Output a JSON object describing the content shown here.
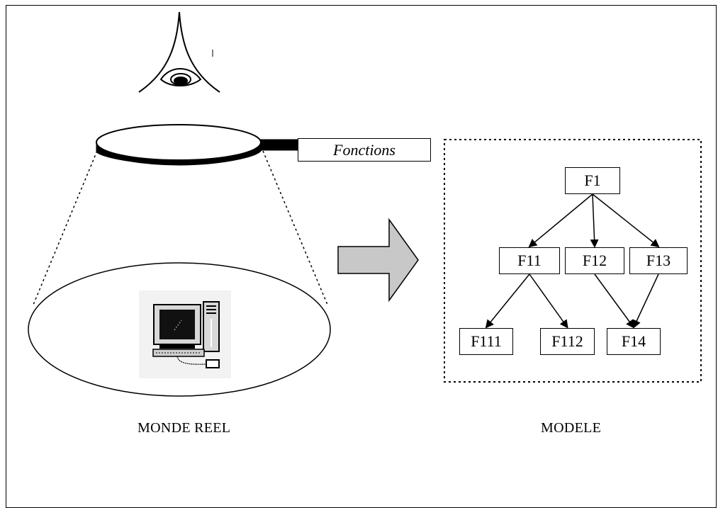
{
  "lens_label": "Fonctions",
  "captions": {
    "real_world": "MONDE REEL",
    "model": "MODELE"
  },
  "tree": {
    "nodes": [
      {
        "id": "F1",
        "label": "F1"
      },
      {
        "id": "F11",
        "label": "F11"
      },
      {
        "id": "F12",
        "label": "F12"
      },
      {
        "id": "F13",
        "label": "F13"
      },
      {
        "id": "F111",
        "label": "F111"
      },
      {
        "id": "F112",
        "label": "F112"
      },
      {
        "id": "F14",
        "label": "F14"
      }
    ],
    "edges": [
      [
        "F1",
        "F11"
      ],
      [
        "F1",
        "F12"
      ],
      [
        "F1",
        "F13"
      ],
      [
        "F11",
        "F111"
      ],
      [
        "F11",
        "F112"
      ],
      [
        "F12",
        "F14"
      ],
      [
        "F13",
        "F14"
      ]
    ]
  },
  "colors": {
    "big_arrow_fill": "#c8c8c8",
    "stroke": "#000000"
  },
  "icons": {
    "observer": "eye-icon",
    "lens": "magnifying-glass-icon",
    "object": "computer-icon"
  }
}
